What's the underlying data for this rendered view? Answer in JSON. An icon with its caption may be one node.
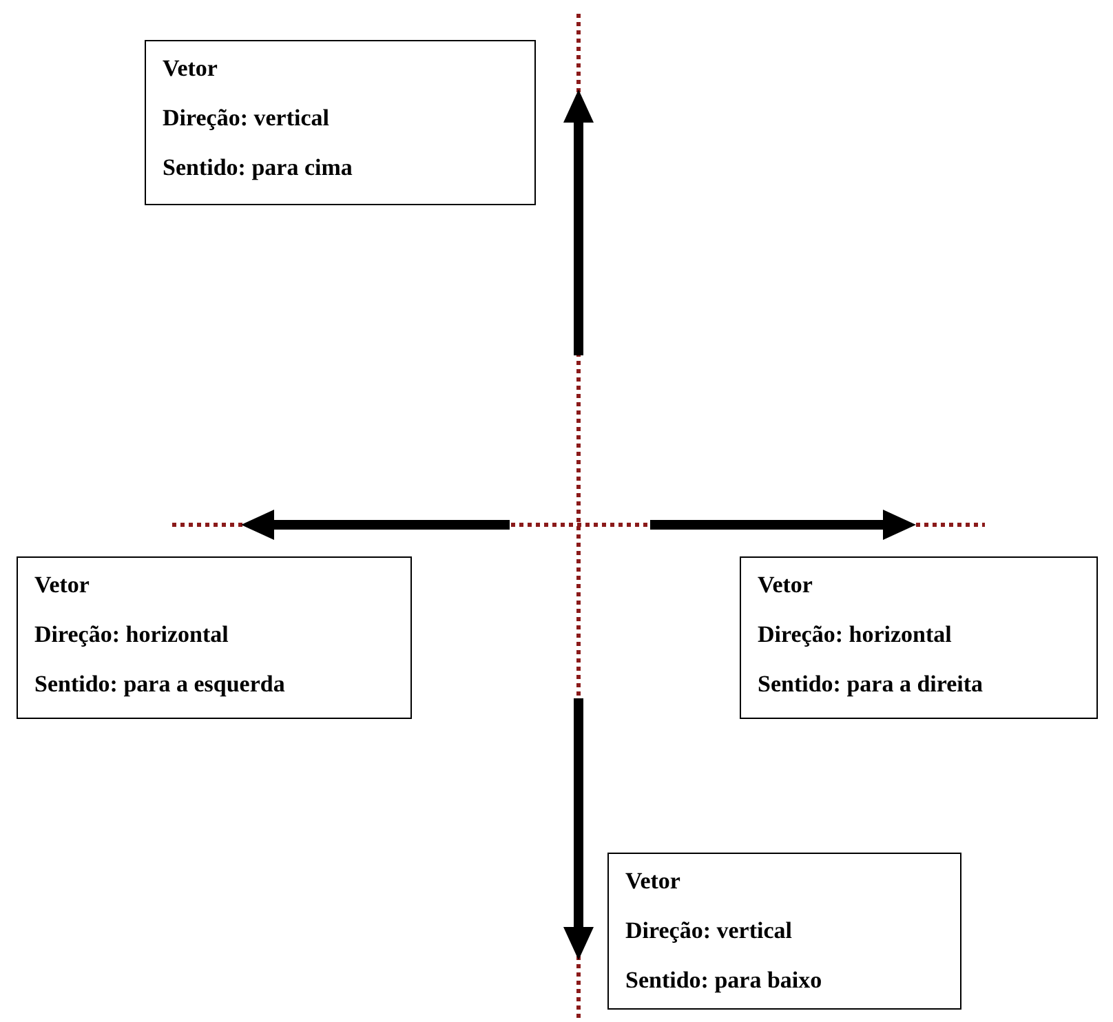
{
  "diagram": {
    "nodes": [
      {
        "text": [
          "Vetor",
          "Direção: vertical",
          "Sentido: para cima"
        ]
      },
      {
        "text": [
          "Vetor",
          "Direção: horizontal",
          "Sentido: para a esquerda"
        ]
      },
      {
        "text": [
          "Vetor",
          "Direção: horizontal",
          "Sentido: para a direita"
        ]
      },
      {
        "text": [
          "Vetor",
          "Direção: vertical",
          "Sentido: para baixo"
        ]
      }
    ]
  }
}
